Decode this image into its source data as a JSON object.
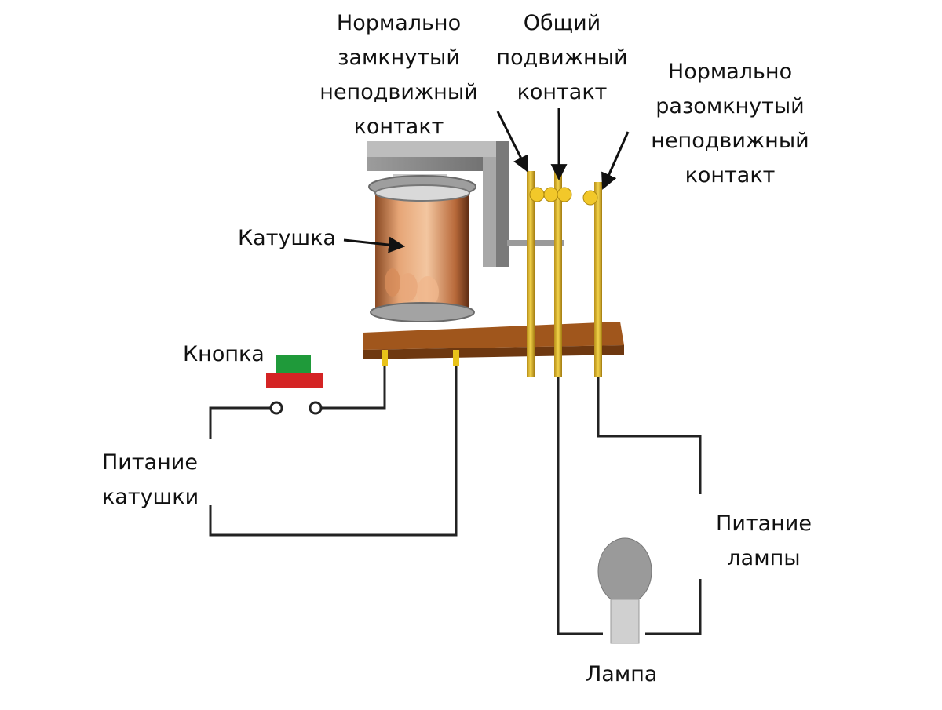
{
  "labels": {
    "nc_contact": [
      "Нормально",
      "замкнутый",
      "неподвижный",
      "контакт"
    ],
    "common_contact": [
      "Общий",
      "подвижный",
      "контакт"
    ],
    "no_contact": [
      "Нормально",
      "разомкнутый",
      "неподвижный",
      "контакт"
    ],
    "coil": "Катушка",
    "button": "Кнопка",
    "coil_power": [
      "Питание",
      "катушки"
    ],
    "lamp_power": [
      "Питание",
      "лампы"
    ],
    "lamp": "Лампа"
  },
  "colors": {
    "wire": "#222222",
    "copper": "#c9834f",
    "copper_light": "#f0b98a",
    "base_board": "#a0561c",
    "contact_gold": "#e8c21a",
    "frame_gray": "#8a8a8a",
    "button_top": "#1f9a3a",
    "button_base": "#d42424",
    "lamp_bulb": "#9a9a9a",
    "lamp_base": "#cfcfcf"
  }
}
